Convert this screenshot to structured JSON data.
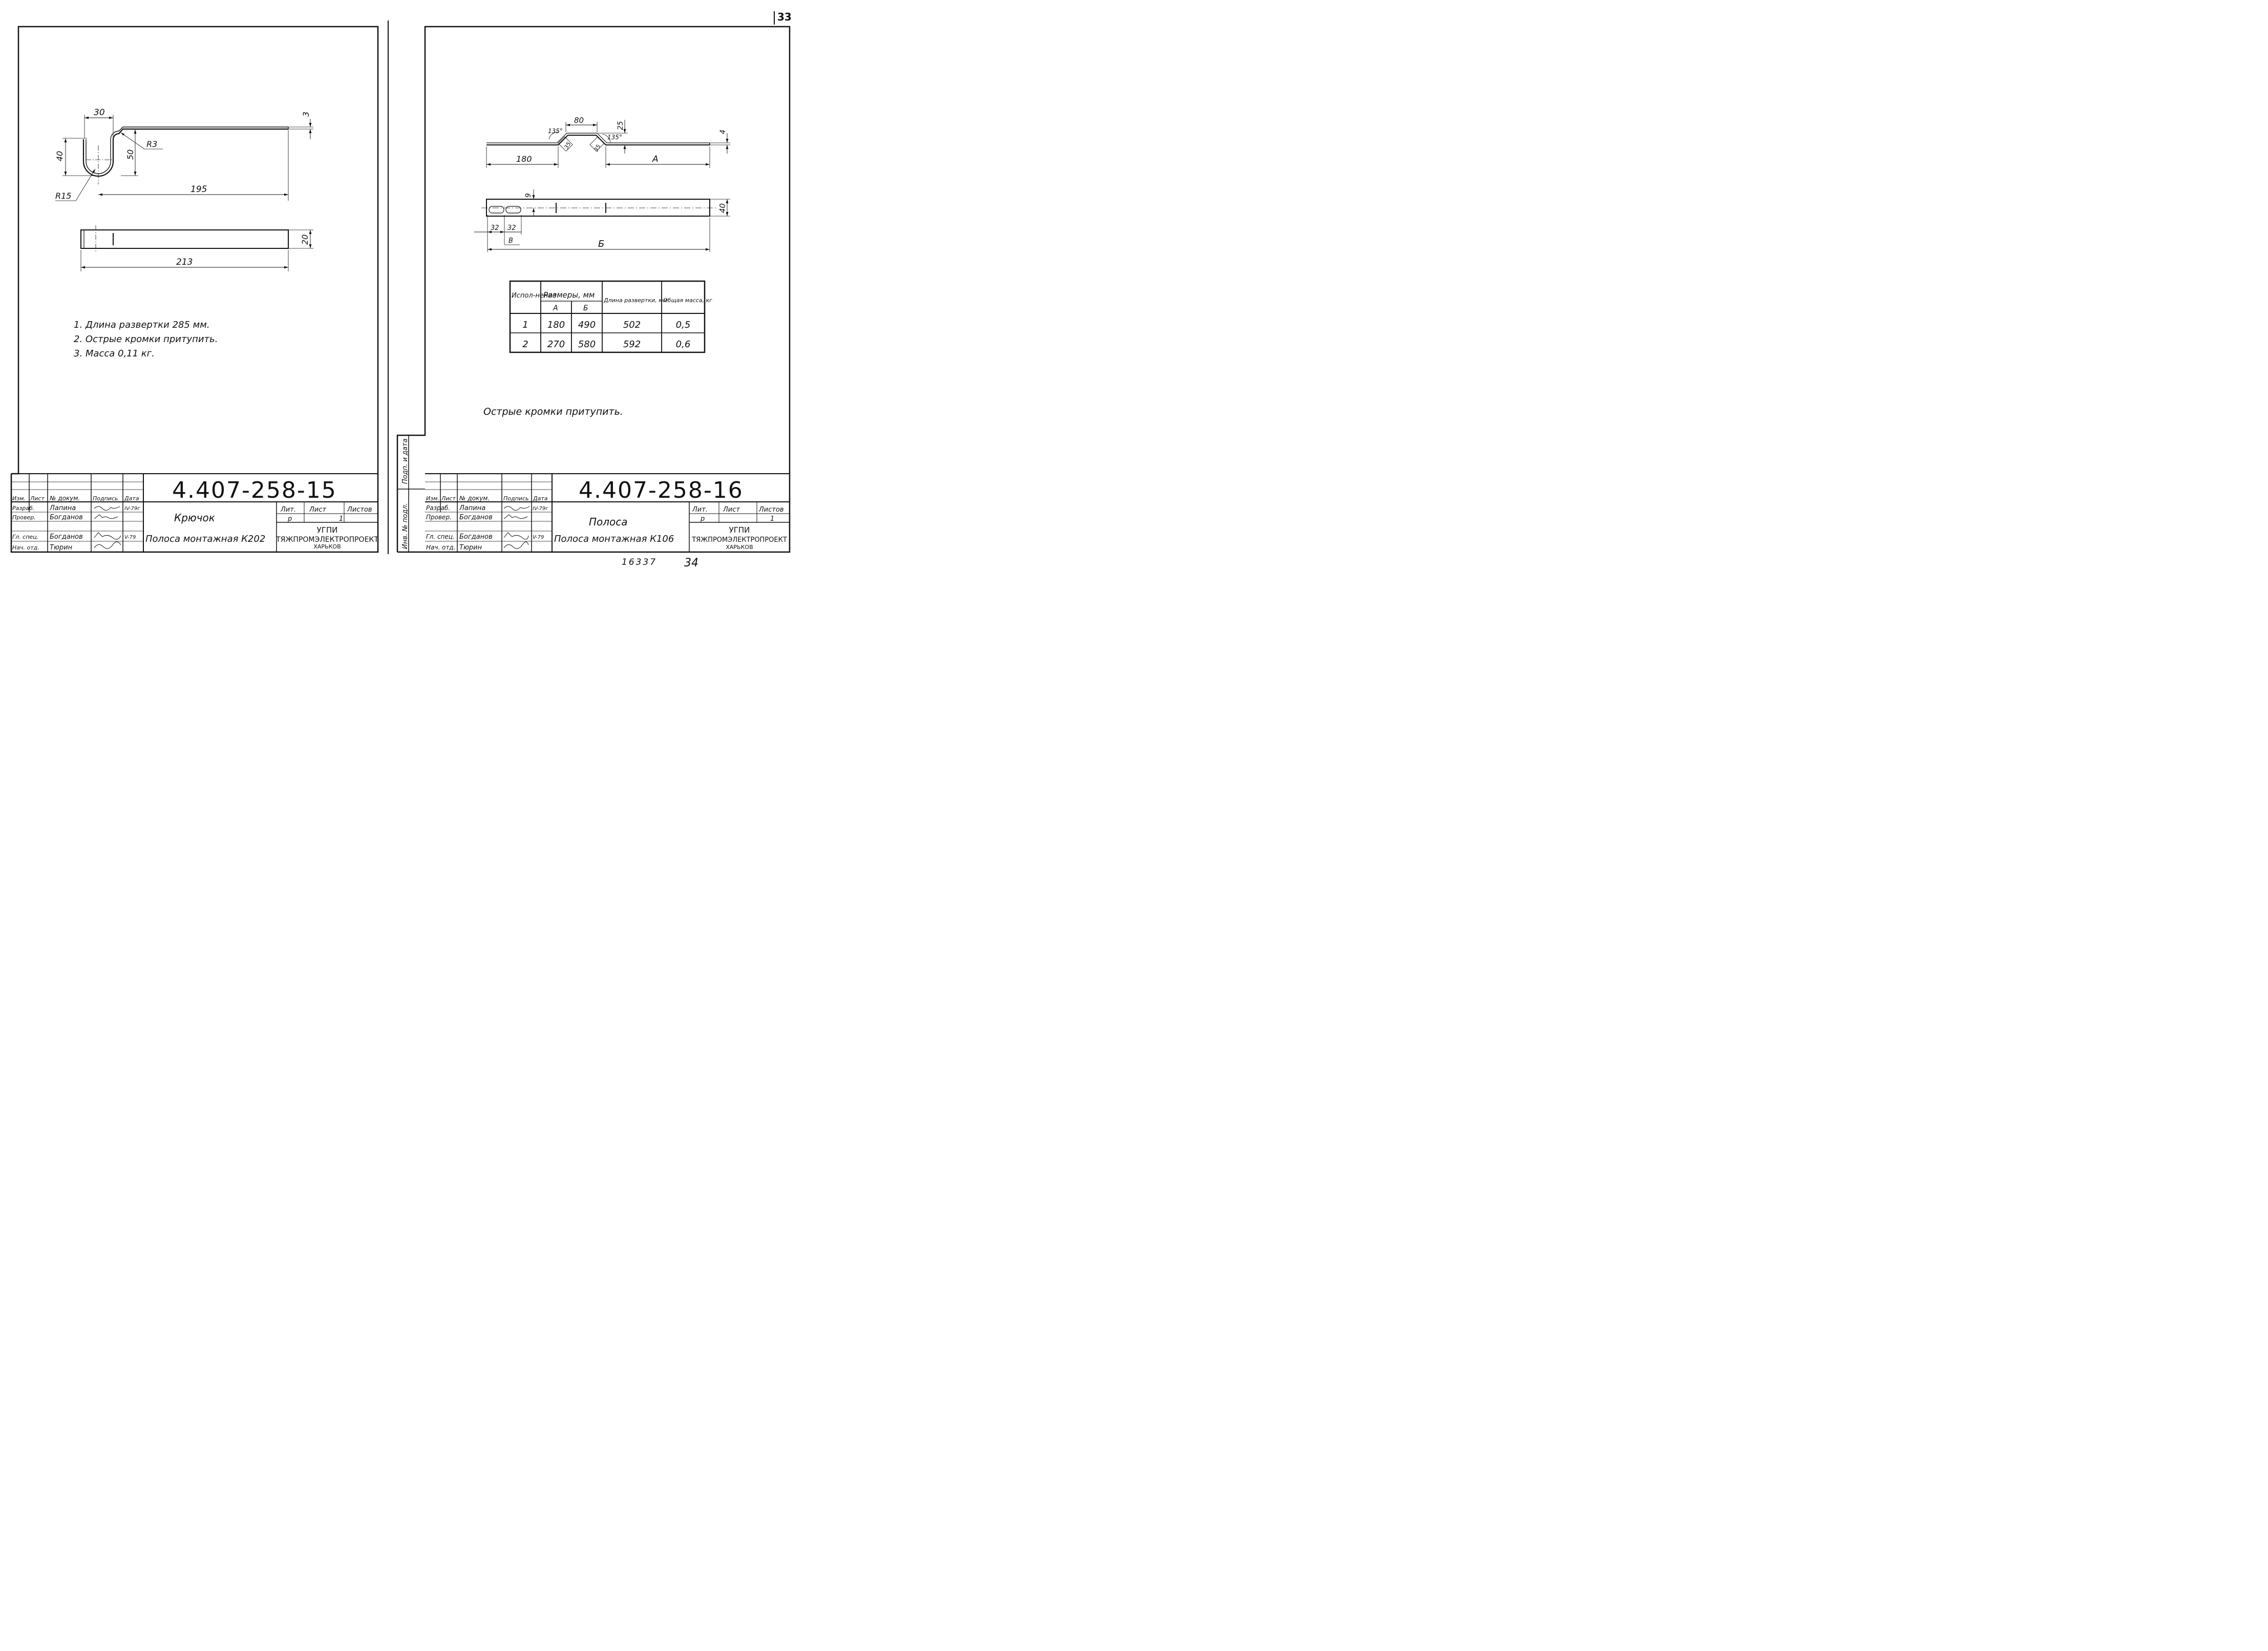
{
  "page_number": "33",
  "left_sheet": {
    "dims": {
      "d30": "30",
      "d3": "3",
      "d40": "40",
      "d50": "50",
      "r3": "R3",
      "r15": "R15",
      "d195": "195",
      "d20": "20",
      "d213": "213"
    },
    "notes": [
      "1. Длина развертки 285 мм.",
      "2. Острые кромки притупить.",
      "3. Масса 0,11 кг."
    ],
    "title_block": {
      "doc_number": "4.407-258-15",
      "col_headers": [
        "Изм.",
        "Лист",
        "№ докум.",
        "Подпись",
        "Дата"
      ],
      "roles": [
        {
          "role": "Разраб.",
          "name": "Лапина",
          "date": "IV-79г"
        },
        {
          "role": "Провер.",
          "name": "Богданов",
          "date": ""
        },
        {
          "role": "",
          "name": "",
          "date": ""
        },
        {
          "role": "Гл. спец.",
          "name": "Богданов",
          "date": "V-79"
        },
        {
          "role": "Нач. отд.",
          "name": "Тюрин",
          "date": ""
        }
      ],
      "item_name": "Крючок",
      "item_desc": "Полоса монтажная К202",
      "lit_label": "Лит.",
      "sheet_label": "Лист",
      "sheets_label": "Листов",
      "lit_value": "р",
      "sheet_value": "1",
      "org_line1": "УГПИ",
      "org_line2": "ТЯЖПРОМЭЛЕКТРОПРОЕКТ",
      "org_line3": "ХАРЬКОВ"
    }
  },
  "right_sheet": {
    "dims": {
      "d135a": "135°",
      "d80": "80",
      "d25": "25",
      "d135b": "135°",
      "d4": "4",
      "d180": "180",
      "dA": "А",
      "d35a": "35",
      "d35b": "35",
      "d9": "9",
      "d40": "40",
      "d32a": "32",
      "d32b": "32",
      "dB": "В",
      "dBig": "Б"
    },
    "table": {
      "header_col1": "Испол-нение",
      "header_sizes": "Размеры, мм",
      "header_a": "А",
      "header_b": "Б",
      "header_len": "Длина развертки, мм",
      "header_mass": "Общая масса, кг",
      "rows": [
        {
          "ispoln": "1",
          "a": "180",
          "b": "490",
          "len": "502",
          "mass": "0,5"
        },
        {
          "ispoln": "2",
          "a": "270",
          "b": "580",
          "len": "592",
          "mass": "0,6"
        }
      ]
    },
    "note": "Острые кромки притупить.",
    "side_stamp_top": "Подп. и дата",
    "side_stamp_bottom": "Инв. № подл.",
    "title_block": {
      "doc_number": "4.407-258-16",
      "col_headers": [
        "Изм.",
        "Лист",
        "№ докум.",
        "Подпись",
        "Дата"
      ],
      "roles": [
        {
          "role": "Разраб.",
          "name": "Лапина",
          "date": "IV-79г"
        },
        {
          "role": "Провер.",
          "name": "Богданов",
          "date": ""
        },
        {
          "role": "",
          "name": "",
          "date": ""
        },
        {
          "role": "Гл. спец.",
          "name": "Богданов",
          "date": "V-79"
        },
        {
          "role": "Нач. отд.",
          "name": "Тюрин",
          "date": ""
        }
      ],
      "item_name": "Полоса",
      "item_desc": "Полоса монтажная К106",
      "lit_label": "Лит.",
      "sheet_label": "Лист",
      "sheets_label": "Листов",
      "lit_value": "р",
      "sheet_value": "1",
      "org_line1": "УГПИ",
      "org_line2": "ТЯЖПРОМЭЛЕКТРОПРОЕКТ",
      "org_line3": "ХАРЬКОВ"
    }
  },
  "bottom_marks": {
    "archive_number": "16337",
    "sheet_number": "34"
  }
}
